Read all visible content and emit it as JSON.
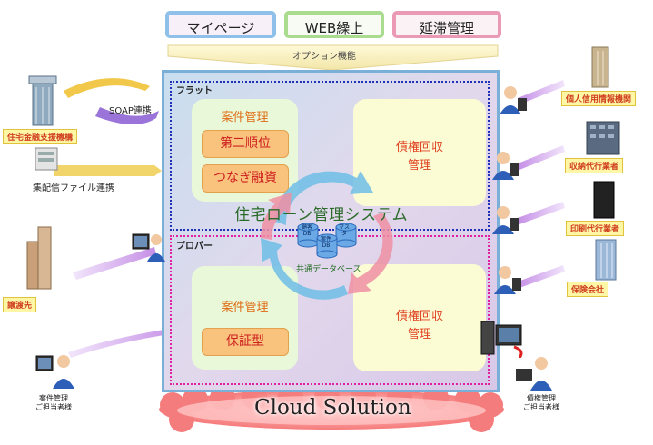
{
  "tabs": {
    "mypage": "マイページ",
    "web": "WEB繰上",
    "delay": "延滞管理"
  },
  "option_label": "オプション機能",
  "flat": {
    "label": "フラット",
    "case_title": "案件管理",
    "btn1": "第二順位",
    "btn2": "つなぎ融資",
    "debt_line1": "債権回収",
    "debt_line2": "管理"
  },
  "proper": {
    "label": "プロパー",
    "case_title": "案件管理",
    "btn1": "保証型",
    "debt_line1": "債権回収",
    "debt_line2": "管理"
  },
  "system": {
    "title": "住宅ローン管理システム",
    "common_db": "共通データベース",
    "db1": "顧客",
    "db1b": "DB",
    "db2": "マス",
    "db2b": "タ",
    "db3": "案件",
    "db3b": "DB"
  },
  "cloud": "Cloud Solution",
  "left": {
    "soap": "SOAP連携",
    "jhf": "住宅金融支援機構",
    "file": "集配信ファイル連携",
    "transfer": "譲渡先",
    "person_line1": "案件管理",
    "person_line2": "ご担当者様"
  },
  "right": {
    "credit": "個人信用情報機関",
    "collection": "収納代行業者",
    "printing": "印刷代行業者",
    "insurance": "保険会社",
    "person_line1": "債権管理",
    "person_line2": "ご担当者様"
  },
  "colors": {
    "flat_border": "#1e2fb8",
    "proper_border": "#e020a0",
    "accent_red": "#ce1f1f",
    "cloud": "#f46a6a"
  }
}
